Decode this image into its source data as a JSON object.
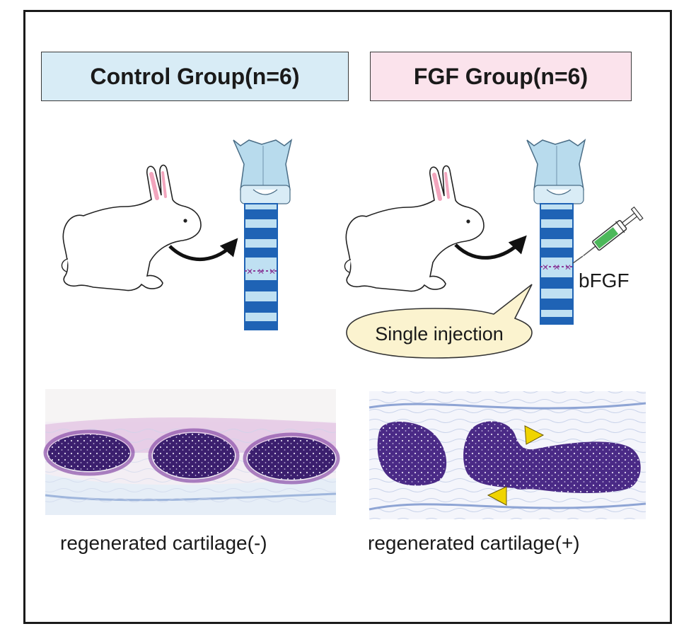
{
  "colors": {
    "control_bg": "#d8ecf6",
    "fgf_bg": "#fbe3ec",
    "trachea_dark": "#1f63b5",
    "trachea_light": "#bfe0f2",
    "larynx": "#b8dbed",
    "suture": "#8a3f9a",
    "bubble": "#fbf3cf",
    "stain_dark": "#3b1f6e",
    "stain_mid": "#7a4fa6",
    "arrowhead": "#f0d400",
    "syringe_fluid": "#4cb85a"
  },
  "groups": {
    "control": {
      "title": "Control Group(n=6)",
      "caption": "regenerated cartilage(-)"
    },
    "fgf": {
      "title": "FGF Group(n=6)",
      "caption": "regenerated cartilage(+)",
      "drug_label": "bFGF",
      "bubble_text": "Single injection"
    }
  }
}
